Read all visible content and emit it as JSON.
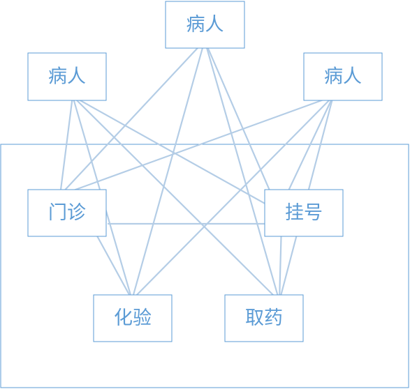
{
  "colors": {
    "stroke": "#5b9bd5",
    "edge": "#b4cde6",
    "text": "#5b9bd5"
  },
  "nodes": {
    "patient_top": "病人",
    "patient_left": "病人",
    "patient_right": "病人",
    "outpatient": "门诊",
    "registration": "挂号",
    "lab_test": "化验",
    "pharmacy": "取药"
  },
  "edges": [
    [
      "patient_top",
      "outpatient"
    ],
    [
      "patient_top",
      "registration"
    ],
    [
      "patient_top",
      "lab_test"
    ],
    [
      "patient_top",
      "pharmacy"
    ],
    [
      "patient_left",
      "outpatient"
    ],
    [
      "patient_left",
      "registration"
    ],
    [
      "patient_left",
      "lab_test"
    ],
    [
      "patient_left",
      "pharmacy"
    ],
    [
      "patient_right",
      "outpatient"
    ],
    [
      "patient_right",
      "registration"
    ],
    [
      "patient_right",
      "lab_test"
    ],
    [
      "patient_right",
      "pharmacy"
    ],
    [
      "outpatient",
      "registration"
    ],
    [
      "outpatient",
      "lab_test"
    ],
    [
      "registration",
      "pharmacy"
    ]
  ]
}
